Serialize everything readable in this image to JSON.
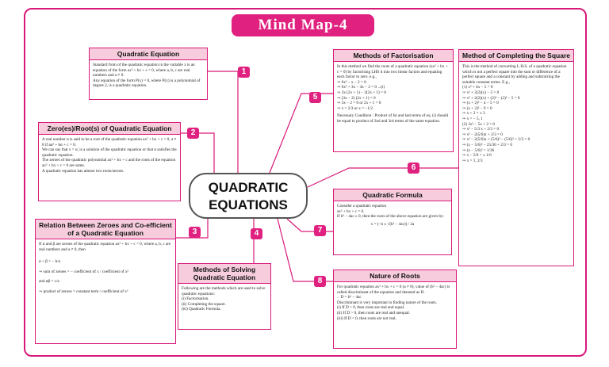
{
  "title": "Mind  Map-4",
  "center": {
    "line1": "QUADRATIC",
    "line2": "EQUATIONS"
  },
  "numbers": [
    "1",
    "2",
    "3",
    "4",
    "5",
    "6",
    "7",
    "8"
  ],
  "boxes": {
    "quadratic_equation": {
      "heading": "Quadratic Equation",
      "body": "Standard from of the quadratic equation in the variable x is an equation of the form ax² + bx + c = 0, where a, b, c are real numbers and a ≠ 0.\nAny equation of the form P(x) = 0, where P(x) is a polynomial of degree 2, is a quadratic equation."
    },
    "zeroes_roots": {
      "heading": "Zero(es)/Root(s) of Quadratic Equation",
      "body": "A real number α is said to be a root of the quadratic equation ax² + bx + c = 0, a ≠ 0 if aα² + bα + c = 0.\nWe can say that x = α, is a solution of the quadratic equation or that α satisfies the quadratic equation.\nThe zeroes of the quadratic polynomial ax² + bx + c and the roots of the equation ax² + bx + c = 0 are same.\nA quadratic equation has atmost two roots/zeroes."
    },
    "relation": {
      "heading": "Relation Between Zeroes and Co-efficient of a Quadratic Equation",
      "body": "If α and β are zeroes of the quadratic equation ax² + bx + c = 0, where a, b, c are real numbers and a ≠ 0, then",
      "f1": "α + β = − b/a",
      "f2": "⇒   sum of zeroes = − coefficient of x / coefficient of x²",
      "f3": "and αβ = c/a",
      "f4": "⇒   product of zeroes = constant term / coefficient of x²"
    },
    "methods_solving": {
      "heading": "Methods of Solving Quadratic Equation",
      "body": "Following are the methods which are used to solve quadratic equations:\n(i)    Factorisation.\n(ii)   Completing the square.\n(iii)  Quadratic Formula."
    },
    "factorisation": {
      "heading": "Methods of Factorisation",
      "body": "In this method we find the roots of a quadratic equation (ax² + bx + c = 0) by factorising LHS it into two linear factors and equating each factor to zero. e.g.,\n⇒   6x² − x − 2 = 0\n⇒   6x² + 3x − 4x − 2 = 0          ...(i)\n⇒   3x (2x + 1) − 2(2x + 1) = 0\n⇒   (3x − 2) (2x + 1) = 0\n⇒   3x − 2 = 0   or   2x + 1 = 0\n⇒   x = 2/3   or   x = −1/2",
      "note": "Necessary Condition : Product of Ist and last terms of eq. (i) should be equal to product of 2nd and 3rd terms of the same equation."
    },
    "formula": {
      "heading": "Quadratic Formula",
      "body": "Consider a quadratic equation\nax² + bx + c = 0.\nIf b² − 4ac ≥ 0, then the roots of the above equation are given by:",
      "eq": "x = (−b ± √(b² − 4ac)) / 2a"
    },
    "nature": {
      "heading": "Nature of Roots",
      "body": "For quadratic equation ax² + bx + c = 0 (a ≠ 0), value of (b² − 4ac) is called discriminant of the equation and denoted as D.\n∴   D = b² − 4ac\nDiscriminant is very important in finding nature of the roots.\n(i)    If D > 0, then roots are real and equal.\n(ii)   If D > 0, then roots are real and unequal.\n(iii)  If D < 0, then roots are not real."
    },
    "completing": {
      "heading": "Method of Completing the Square",
      "body": "This is the method of converting L.H.S. of a quadratic equation which is not a perfect square into the sum or difference of a perfect square and a constant by adding and subtracting the suitable constant terms. E.g.,\n(1)   x² + 4x − 5 = 0\n⇒   x² + 2(2)(x) − 5 = 0\n⇒   x² + 2(2)(x) + (2)² − (2)² − 5 = 0\n⇒   (x + 2)² − 4 − 5 = 0\n⇒   (x + 2)² − 9 = 0\n⇒   x + 2 = ± 3\n⇒   x = − 5, 1\n(2)   3x² − 5x + 2 = 0\n⇒   x² − 5/3 x + 2/3 = 0\n⇒   x² − 2(5/6)x + 2/3 = 0\n⇒   x² − 2(5/6)x + (5/6)² − (5/6)² + 2/3 = 0\n⇒   (x − 5/6)² − 25/36 + 2/3 = 0\n⇒   (x − 5/6)² = 1/36\n⇒   x − 5/6 = ± 1/6\n⇒   x = 1, 2/3"
    }
  }
}
